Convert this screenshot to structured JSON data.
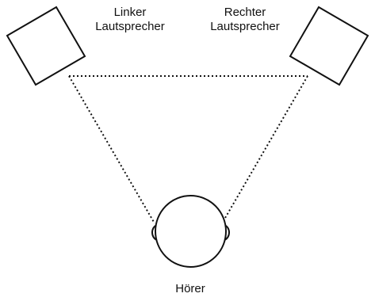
{
  "labels": {
    "left_speaker": [
      "Linker",
      "Lautsprecher"
    ],
    "right_speaker": [
      "Rechter",
      "Lautsprecher"
    ],
    "listener": "Hörer"
  },
  "colors": {
    "background": "#ffffff",
    "stroke": "#111111"
  }
}
